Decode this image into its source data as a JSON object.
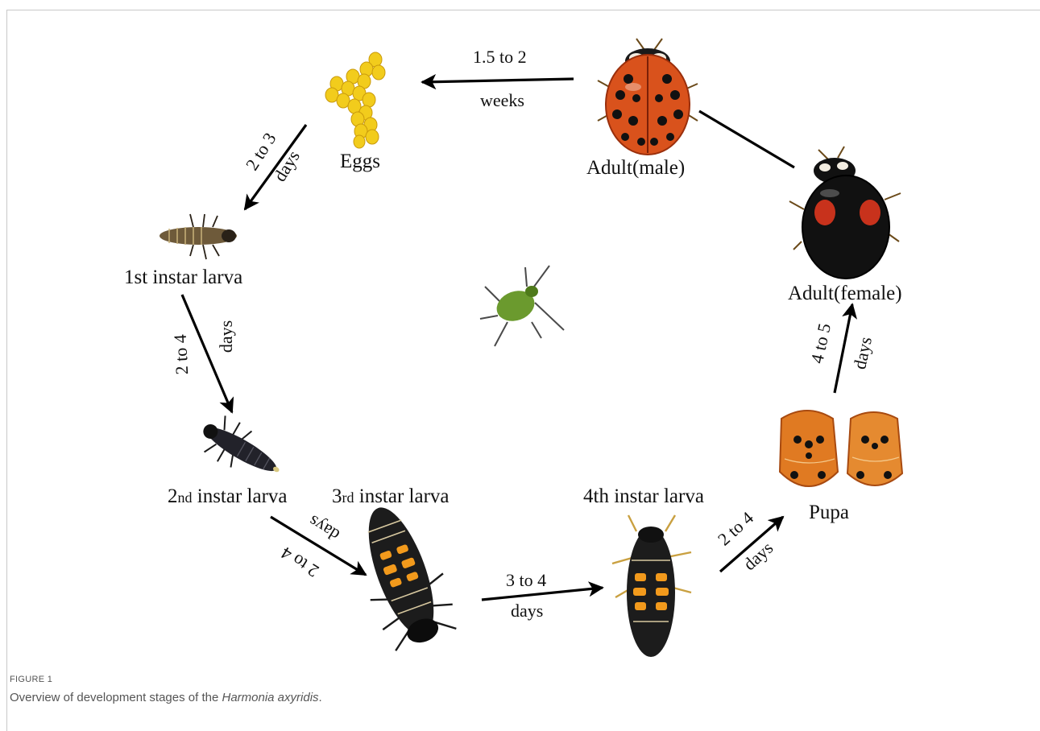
{
  "stages": {
    "eggs": "Eggs",
    "first_instar": "1st instar larva",
    "second_instar_num": "2",
    "second_instar_sup": "nd",
    "second_instar_rest": " instar larva",
    "third_instar_num": "3",
    "third_instar_sup": "rd",
    "third_instar_rest": " instar larva",
    "fourth_instar": "4th instar larva",
    "pupa": "Pupa",
    "adult_male": "Adult(male)",
    "adult_female": "Adult(female)"
  },
  "durations": {
    "male_to_eggs": [
      "1.5 to 2",
      "weeks"
    ],
    "eggs_to_first": [
      "2 to 3",
      "days"
    ],
    "first_to_second": [
      "2 to 4",
      "days"
    ],
    "second_to_third": [
      "2 to 4",
      "days"
    ],
    "third_to_fourth": [
      "3 to 4",
      "days"
    ],
    "fourth_to_pupa": [
      "2 to 4",
      "days"
    ],
    "pupa_to_female": [
      "4 to 5",
      "days"
    ]
  },
  "figure": {
    "label": "FIGURE 1",
    "caption_prefix": "Overview of development stages of the ",
    "caption_species": "Harmonia axyridis",
    "caption_suffix": "."
  },
  "colors": {
    "egg": "#f2cc1c",
    "ladybird_red": "#d9521c",
    "spot": "#111111",
    "pupa": "#e07a22",
    "larva_orange": "#f29a1c",
    "aphid": "#6b9a2e"
  }
}
